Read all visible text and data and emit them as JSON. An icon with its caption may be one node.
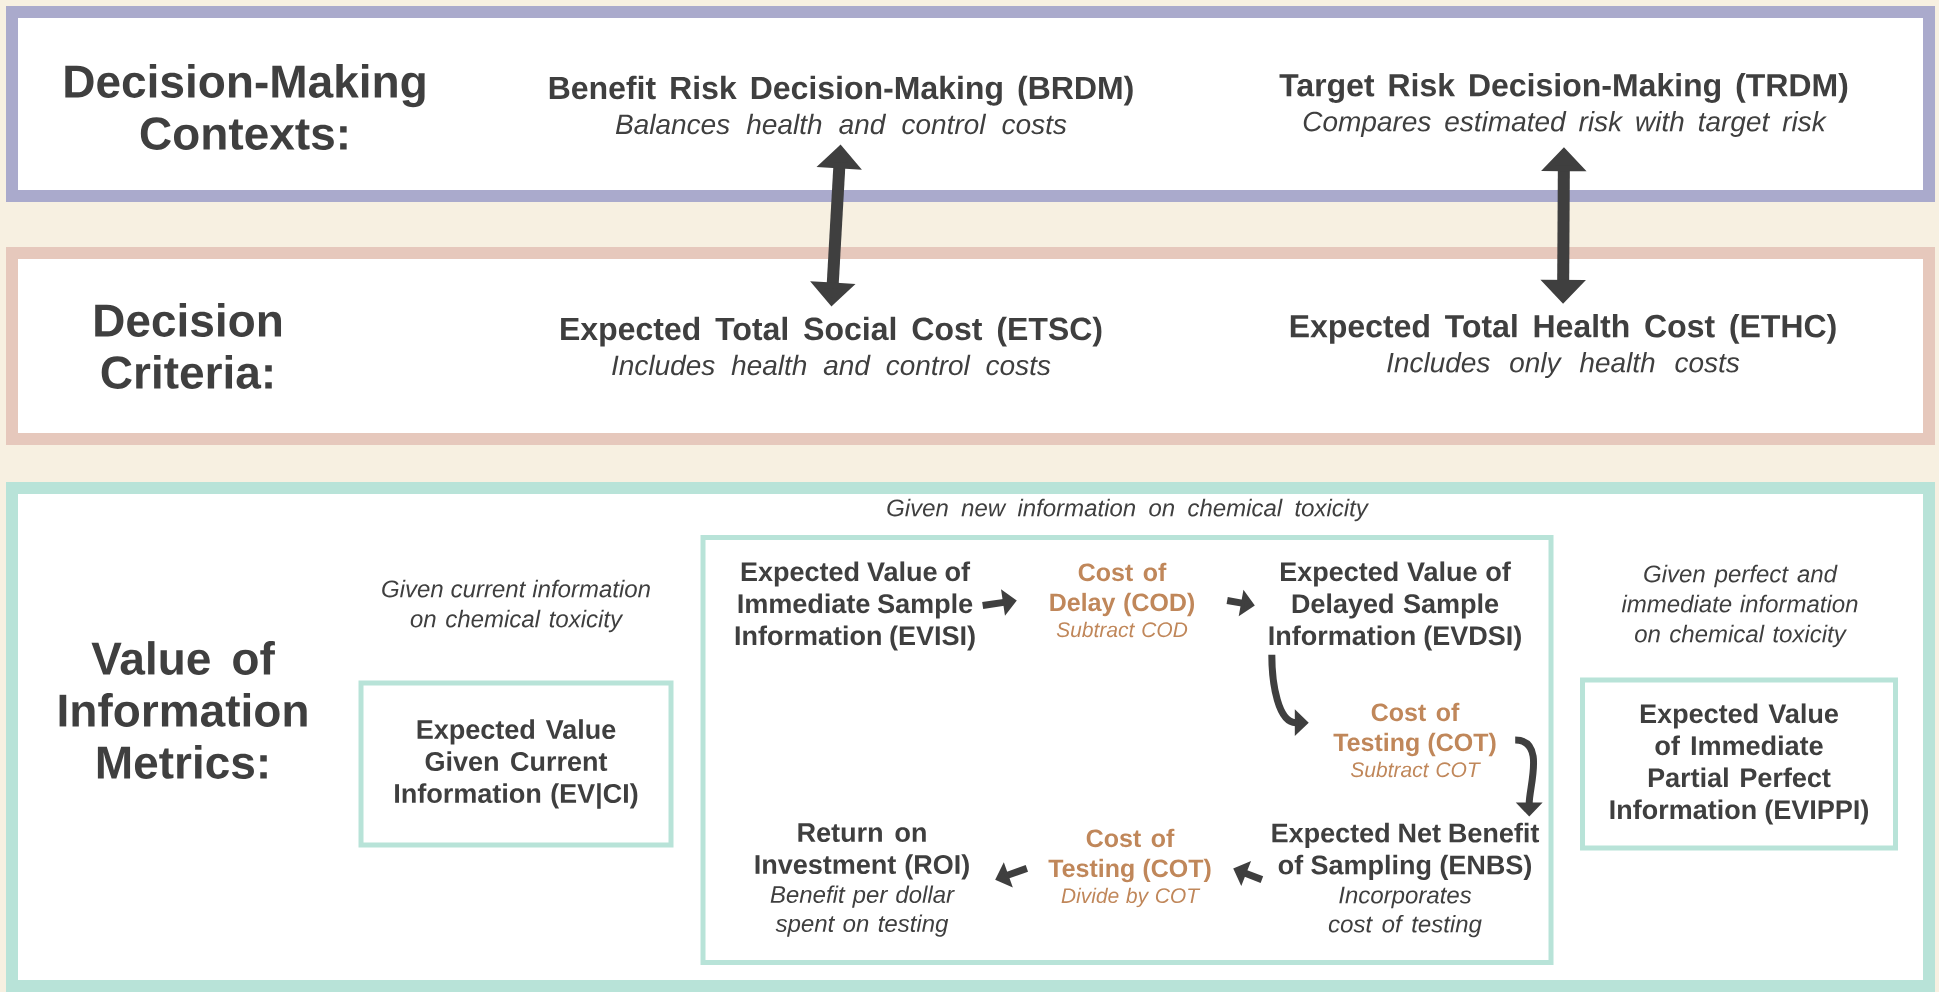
{
  "diagram": {
    "nodes": [
      {
        "text": [
          "Decision-Making Contexts:"
        ]
      },
      {
        "text": [
          "Benefit Risk Decision-Making (BRDM)",
          "Balances health and control costs"
        ],
        "in": 0
      },
      {
        "text": [
          "Target Risk Decision-Making (TRDM)",
          "Compares estimated risk with target risk"
        ],
        "in": 0
      },
      {
        "text": [
          "Decision Criteria:"
        ]
      },
      {
        "text": [
          "Expected Total Social Cost (ETSC)",
          "Includes health and control costs"
        ],
        "in": 3
      },
      {
        "text": [
          "Expected Total Health Cost (ETHC)",
          "Includes only health costs"
        ],
        "in": 3
      },
      {
        "text": [
          "Value of Information Metrics:"
        ]
      },
      {
        "text": [
          "Expected Value Given Current Information (EV|CI)"
        ],
        "beside": [
          "Given current information on chemical toxicity"
        ],
        "in": 6
      },
      {
        "text": [
          "Given new information on chemical toxicity"
        ],
        "in": 6
      },
      {
        "text": [
          "Expected Value of Immediate Sample Information (EVISI)"
        ],
        "in": 8
      },
      {
        "text": [
          "Cost of Delay (COD)",
          "Subtract COD"
        ],
        "in": 8
      },
      {
        "text": [
          "Expected Value of Delayed Sample Information (EVDSI)"
        ],
        "in": 8
      },
      {
        "text": [
          "Cost of Testing (COT)",
          "Subtract COT"
        ],
        "in": 8
      },
      {
        "text": [
          "Expected Net Benefit of Sampling (ENBS)",
          "Incorporates cost of testing"
        ],
        "in": 8
      },
      {
        "text": [
          "Cost of Testing (COT)",
          "Divide by COT"
        ],
        "in": 8
      },
      {
        "text": [
          "Return on Investment (ROI)",
          "Benefit per dollar spent on testing"
        ],
        "in": 8
      },
      {
        "text": [
          "Expected Value of Immediate Partial Perfect Information (EVIPPI)"
        ],
        "beside": [
          "Given perfect and immediate information on chemical toxicity"
        ],
        "in": 6
      }
    ],
    "edges": [
      {
        "from": 1,
        "to": 4,
        "arrow": "both"
      },
      {
        "from": 2,
        "to": 5,
        "arrow": "both"
      },
      {
        "from": 9,
        "to": 10,
        "arrow": "to"
      },
      {
        "from": 10,
        "to": 11,
        "arrow": "to"
      },
      {
        "from": 11,
        "to": 12,
        "arrow": "to"
      },
      {
        "from": 12,
        "to": 13,
        "arrow": "to"
      },
      {
        "from": 13,
        "to": 14,
        "arrow": "to"
      },
      {
        "from": 14,
        "to": 15,
        "arrow": "to"
      }
    ]
  }
}
